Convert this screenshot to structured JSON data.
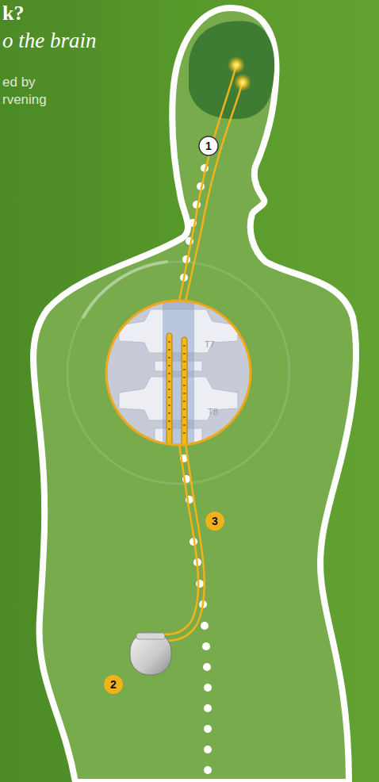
{
  "diagram": {
    "title": "k?",
    "labels": [
      "o the brain",
      "ed by",
      "rvening",
      "1",
      "T7",
      "T8",
      "3",
      "2"
    ]
  }
}
